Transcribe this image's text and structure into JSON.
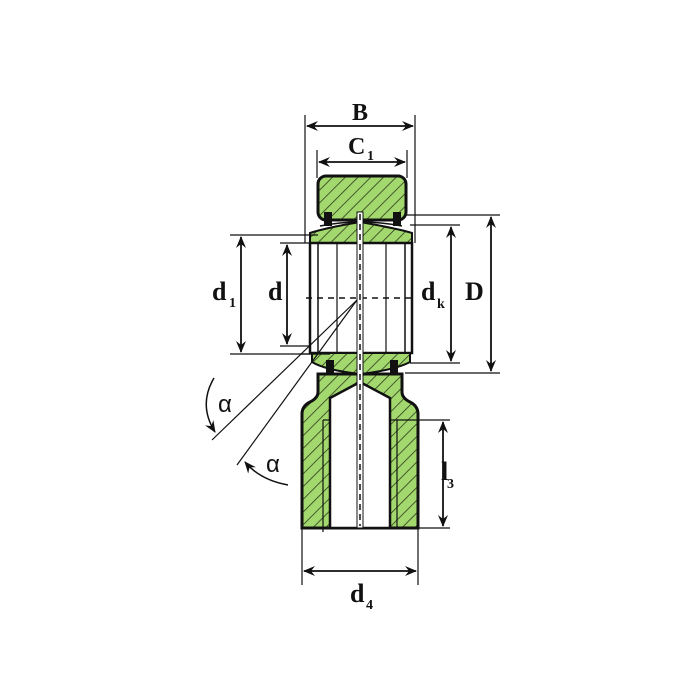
{
  "diagram": {
    "subject": "rod end bearing cross-section",
    "colors": {
      "fill": "#a3d86e",
      "hatch": "#2b3a1a",
      "outline": "#111111",
      "background": "#ffffff"
    },
    "dimensions": {
      "B": {
        "main": "B",
        "sub": ""
      },
      "C1": {
        "main": "C",
        "sub": "1"
      },
      "d1": {
        "main": "d",
        "sub": "1"
      },
      "d": {
        "main": "d",
        "sub": ""
      },
      "dk": {
        "main": "d",
        "sub": "k"
      },
      "D": {
        "main": "D",
        "sub": ""
      },
      "l3": {
        "main": "l",
        "sub": "3"
      },
      "d4": {
        "main": "d",
        "sub": "4"
      }
    },
    "angles": {
      "alpha_upper": "α",
      "alpha_lower": "α"
    }
  }
}
